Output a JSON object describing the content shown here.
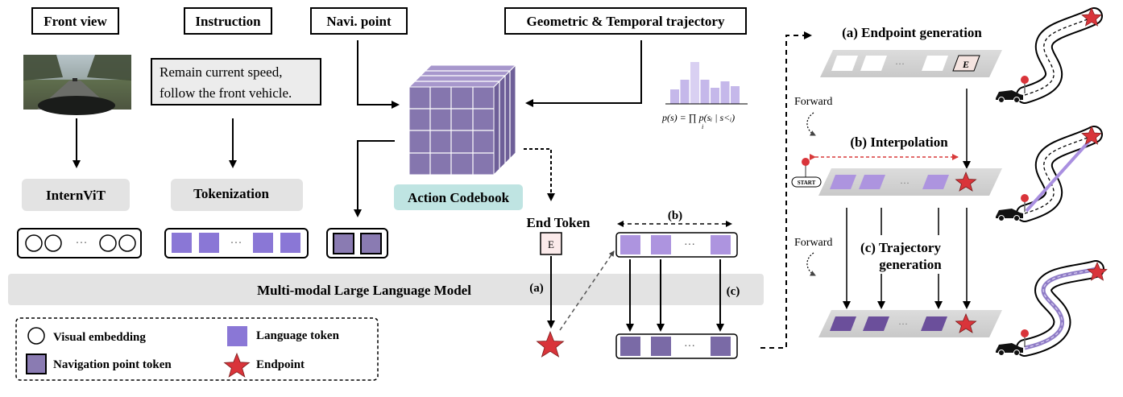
{
  "inputs": {
    "front_view": "Front view",
    "instruction": "Instruction",
    "navi_point": "Navi. point",
    "trajectory": "Geometric & Temporal trajectory"
  },
  "instruction_text": {
    "line1": "Remain current speed,",
    "line2": "follow the front vehicle."
  },
  "encoders": {
    "internvit": "InternViT",
    "tokenization": "Tokenization"
  },
  "codebook": {
    "label": "Action Codebook",
    "formula": "p(s) = ∏ p(sᵢ | s<ᵢ)",
    "formula_sub": "i"
  },
  "ellipsis": "···",
  "mllm": "Multi-modal Large Language Model",
  "end_token": {
    "label": "End Token",
    "letter": "E"
  },
  "step_labels": {
    "a": "(a)",
    "b": "(b)",
    "c": "(c)"
  },
  "legend": {
    "visual_embedding": "Visual embedding",
    "language_token": "Language token",
    "navigation_point_token": "Navigation point token",
    "endpoint": "Endpoint"
  },
  "right_panel": {
    "endpoint_generation": "(a) Endpoint generation",
    "interpolation": "(b) Interpolation",
    "trajectory_generation_line1": "(c) Trajectory",
    "trajectory_generation_line2": "generation",
    "forward": "Forward",
    "start": "START",
    "end_letter": "E"
  },
  "colors": {
    "codebook": "#8576ae",
    "language_token": "#8a77d6",
    "nav_token": "#8a7bb2",
    "interp_token": "#ad94df",
    "traj_token": "#6b4f9b",
    "endpoint": "#d9343a",
    "codebook_label_bg": "#bfe4e2",
    "mllm_bg": "#e3e3e3",
    "encoder_bg": "#e3e3e3"
  }
}
